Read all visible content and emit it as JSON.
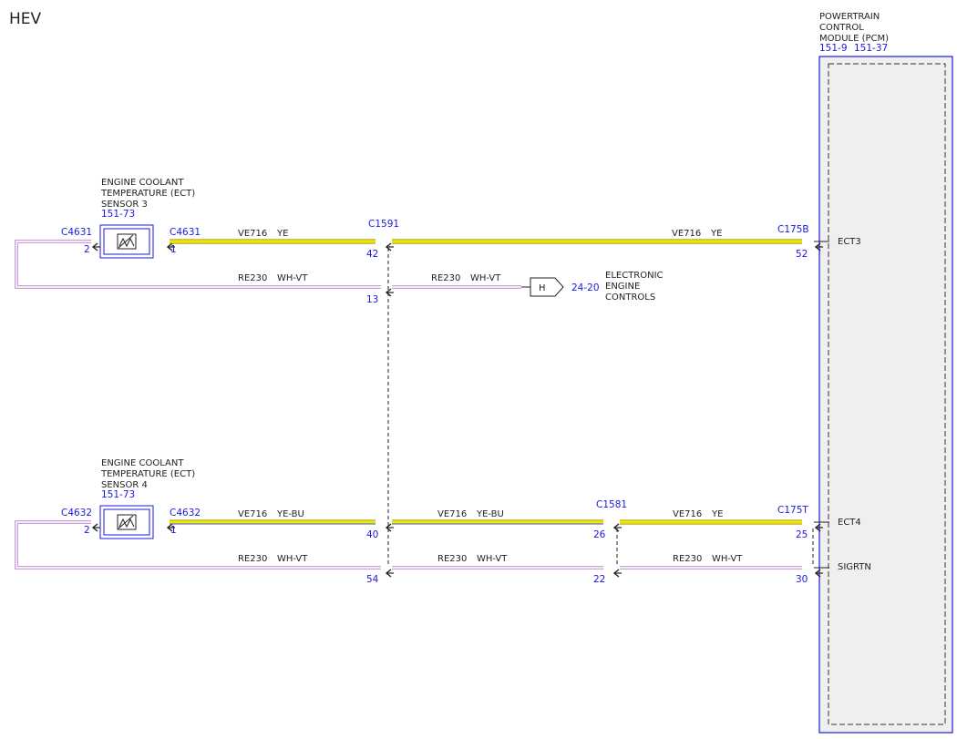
{
  "title": "HEV",
  "colors": {
    "wire_ye": "#f2e600",
    "wire_outline": "#8a8a00",
    "wire_wh_vt": "#c9a0d8",
    "blue": "#1a1adb",
    "module_fill": "#efefef"
  },
  "pcm": {
    "name_lines": [
      "POWERTRAIN",
      "CONTROL",
      "MODULE (PCM)"
    ],
    "ref1": "151-9",
    "ref2": "151-37",
    "pins": {
      "ect3": "ECT3",
      "ect4": "ECT4",
      "sigrtn": "SIGRTN"
    }
  },
  "sensor3": {
    "name_lines": [
      "ENGINE COOLANT",
      "TEMPERATURE (ECT)",
      "SENSOR 3"
    ],
    "ref": "151-73",
    "left_connector": "C4631",
    "left_pin": "2",
    "right_connector": "C4631",
    "right_pin": "1"
  },
  "sensor4": {
    "name_lines": [
      "ENGINE COOLANT",
      "TEMPERATURE (ECT)",
      "SENSOR 4"
    ],
    "ref": "151-73",
    "left_connector": "C4632",
    "left_pin": "2",
    "right_connector": "C4632",
    "right_pin": "1"
  },
  "connectors": {
    "c1591": {
      "name": "C1591",
      "pin_top": "42",
      "pin_bottom": "13",
      "pin_s4_top": "40",
      "pin_s4_bottom": "54"
    },
    "c1581": {
      "name": "C1581",
      "pin_top": "26",
      "pin_bottom": "22"
    },
    "c175b": {
      "name": "C175B",
      "pin": "52"
    },
    "c175t": {
      "name": "C175T",
      "pin_top": "25",
      "pin_bottom": "30"
    }
  },
  "wires": {
    "s3_signal_left": {
      "circuit": "VE716",
      "color": "YE"
    },
    "s3_signal_right": {
      "circuit": "VE716",
      "color": "YE"
    },
    "s3_return_left": {
      "circuit": "RE230",
      "color": "WH-VT"
    },
    "s3_return_right": {
      "circuit": "RE230",
      "color": "WH-VT"
    },
    "s4_signal_a": {
      "circuit": "VE716",
      "color": "YE-BU"
    },
    "s4_signal_b": {
      "circuit": "VE716",
      "color": "YE-BU"
    },
    "s4_signal_c": {
      "circuit": "VE716",
      "color": "YE"
    },
    "s4_return_a": {
      "circuit": "RE230",
      "color": "WH-VT"
    },
    "s4_return_b": {
      "circuit": "RE230",
      "color": "WH-VT"
    },
    "s4_return_c": {
      "circuit": "RE230",
      "color": "WH-VT"
    }
  },
  "offpage": {
    "symbol": "H",
    "ref": "24-20",
    "label_lines": [
      "ELECTRONIC",
      "ENGINE",
      "CONTROLS"
    ]
  }
}
